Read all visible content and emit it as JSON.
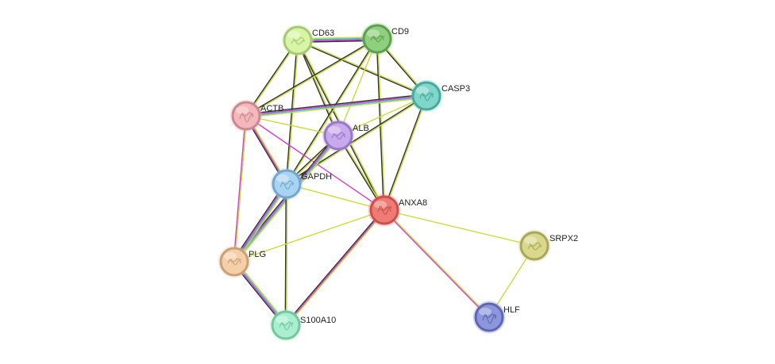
{
  "network": {
    "nodes": [
      {
        "id": "CD63",
        "label": "CD63",
        "fill": "#d8f5a6",
        "stroke": "#a7c77a"
      },
      {
        "id": "CD9",
        "label": "CD9",
        "fill": "#8fd07e",
        "stroke": "#5d9e4f"
      },
      {
        "id": "CASP3",
        "label": "CASP3",
        "fill": "#7fd6ca",
        "stroke": "#4aa99c"
      },
      {
        "id": "ACTB",
        "label": "ACTB",
        "fill": "#f4b7bb",
        "stroke": "#c98a8f"
      },
      {
        "id": "ALB",
        "label": "ALB",
        "fill": "#c9a9ee",
        "stroke": "#9779c2"
      },
      {
        "id": "GAPDH",
        "label": "GAPDH",
        "fill": "#a9d3f2",
        "stroke": "#76a6c9"
      },
      {
        "id": "ANXA8",
        "label": "ANXA8",
        "fill": "#ef7b76",
        "stroke": "#c9504b"
      },
      {
        "id": "SRPX2",
        "label": "SRPX2",
        "fill": "#d9d88c",
        "stroke": "#a8a75c"
      },
      {
        "id": "PLG",
        "label": "PLG",
        "fill": "#f4cfa9",
        "stroke": "#c9a079"
      },
      {
        "id": "S100A10",
        "label": "S100A10",
        "fill": "#a9efcf",
        "stroke": "#76c5a1"
      },
      {
        "id": "HLF",
        "label": "HLF",
        "fill": "#8d95dc",
        "stroke": "#5e66ad"
      }
    ],
    "edges": [
      {
        "source": "CD63",
        "target": "CD9",
        "colors": [
          "#c8dc3c",
          "#46b9d2",
          "#d040d0",
          "#333333"
        ]
      },
      {
        "source": "CD63",
        "target": "CASP3",
        "colors": [
          "#c8dc3c",
          "#333333"
        ]
      },
      {
        "source": "CD63",
        "target": "ACTB",
        "colors": [
          "#c8dc3c",
          "#333333"
        ]
      },
      {
        "source": "CD63",
        "target": "ALB",
        "colors": [
          "#c8dc3c",
          "#333333"
        ]
      },
      {
        "source": "CD63",
        "target": "GAPDH",
        "colors": [
          "#c8dc3c",
          "#333333"
        ]
      },
      {
        "source": "CD63",
        "target": "ANXA8",
        "colors": [
          "#c8dc3c",
          "#333333"
        ]
      },
      {
        "source": "CD9",
        "target": "CASP3",
        "colors": [
          "#c8dc3c",
          "#333333"
        ]
      },
      {
        "source": "CD9",
        "target": "ACTB",
        "colors": [
          "#c8dc3c",
          "#333333"
        ]
      },
      {
        "source": "CD9",
        "target": "ALB",
        "colors": [
          "#c8dc3c"
        ]
      },
      {
        "source": "CD9",
        "target": "GAPDH",
        "colors": [
          "#c8dc3c",
          "#333333"
        ]
      },
      {
        "source": "CD9",
        "target": "ANXA8",
        "colors": [
          "#c8dc3c",
          "#333333"
        ]
      },
      {
        "source": "CASP3",
        "target": "ACTB",
        "colors": [
          "#c8dc3c",
          "#46b9d2",
          "#d040d0",
          "#333333"
        ]
      },
      {
        "source": "CASP3",
        "target": "ALB",
        "colors": [
          "#c8dc3c"
        ]
      },
      {
        "source": "CASP3",
        "target": "GAPDH",
        "colors": [
          "#c8dc3c",
          "#333333"
        ]
      },
      {
        "source": "CASP3",
        "target": "ANXA8",
        "colors": [
          "#c8dc3c",
          "#333333"
        ]
      },
      {
        "source": "ACTB",
        "target": "ALB",
        "colors": [
          "#c8dc3c"
        ]
      },
      {
        "source": "ACTB",
        "target": "GAPDH",
        "colors": [
          "#c8dc3c",
          "#d040d0",
          "#333333"
        ]
      },
      {
        "source": "ACTB",
        "target": "ANXA8",
        "colors": [
          "#d040d0"
        ]
      },
      {
        "source": "ACTB",
        "target": "PLG",
        "colors": [
          "#c8dc3c",
          "#d040d0"
        ]
      },
      {
        "source": "ALB",
        "target": "GAPDH",
        "colors": [
          "#c8dc3c",
          "#333333"
        ]
      },
      {
        "source": "ALB",
        "target": "ANXA8",
        "colors": [
          "#c8dc3c",
          "#333333"
        ]
      },
      {
        "source": "ALB",
        "target": "PLG",
        "colors": [
          "#c8dc3c",
          "#46b9d2",
          "#d040d0",
          "#333333"
        ]
      },
      {
        "source": "GAPDH",
        "target": "ANXA8",
        "colors": [
          "#c8dc3c"
        ]
      },
      {
        "source": "GAPDH",
        "target": "PLG",
        "colors": [
          "#c8dc3c",
          "#46b9d2",
          "#d040d0",
          "#333333"
        ]
      },
      {
        "source": "GAPDH",
        "target": "S100A10",
        "colors": [
          "#c8dc3c",
          "#333333"
        ]
      },
      {
        "source": "ANXA8",
        "target": "SRPX2",
        "colors": [
          "#c8dc3c"
        ]
      },
      {
        "source": "ANXA8",
        "target": "PLG",
        "colors": [
          "#c8dc3c"
        ]
      },
      {
        "source": "ANXA8",
        "target": "S100A10",
        "colors": [
          "#c8dc3c",
          "#d040d0",
          "#333333"
        ]
      },
      {
        "source": "ANXA8",
        "target": "HLF",
        "colors": [
          "#c8dc3c",
          "#d040d0"
        ]
      },
      {
        "source": "PLG",
        "target": "S100A10",
        "colors": [
          "#c8dc3c",
          "#46b9d2",
          "#d040d0",
          "#333333"
        ]
      },
      {
        "source": "SRPX2",
        "target": "HLF",
        "colors": [
          "#c8dc3c"
        ]
      }
    ]
  }
}
